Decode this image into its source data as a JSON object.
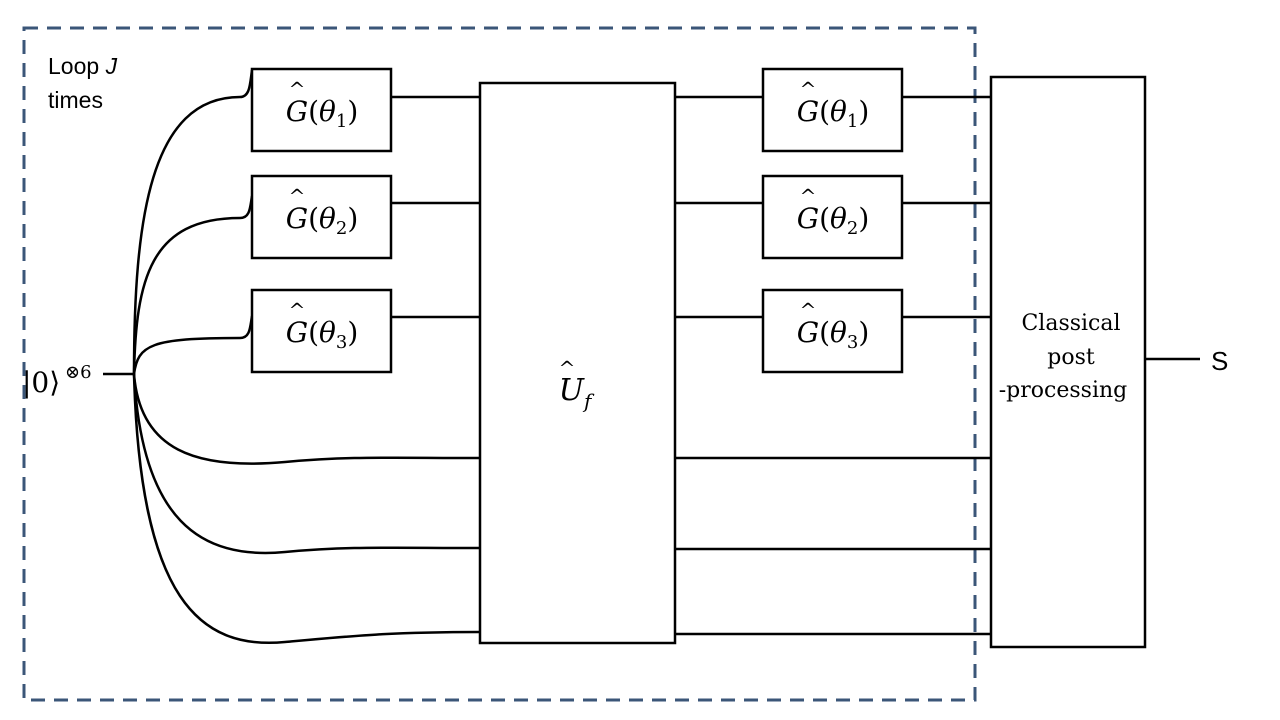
{
  "loop": {
    "line1_prefix": "Loop ",
    "line1_var": "J",
    "line2": "times"
  },
  "input": {
    "ket": "|0⟩",
    "exponent": "⊗6"
  },
  "gates": {
    "symbol": "G",
    "hat": "^",
    "func_open": "(",
    "func_close": ")",
    "theta": "θ",
    "subscripts": [
      "1",
      "2",
      "3"
    ]
  },
  "oracle": {
    "symbol": "U",
    "hat": "^",
    "subscript": "f"
  },
  "post": {
    "lines": [
      "Classical",
      "post",
      "-processing"
    ]
  },
  "output": {
    "label": "S"
  },
  "colors": {
    "loop_border": "#3b5678",
    "stroke": "#000000"
  }
}
